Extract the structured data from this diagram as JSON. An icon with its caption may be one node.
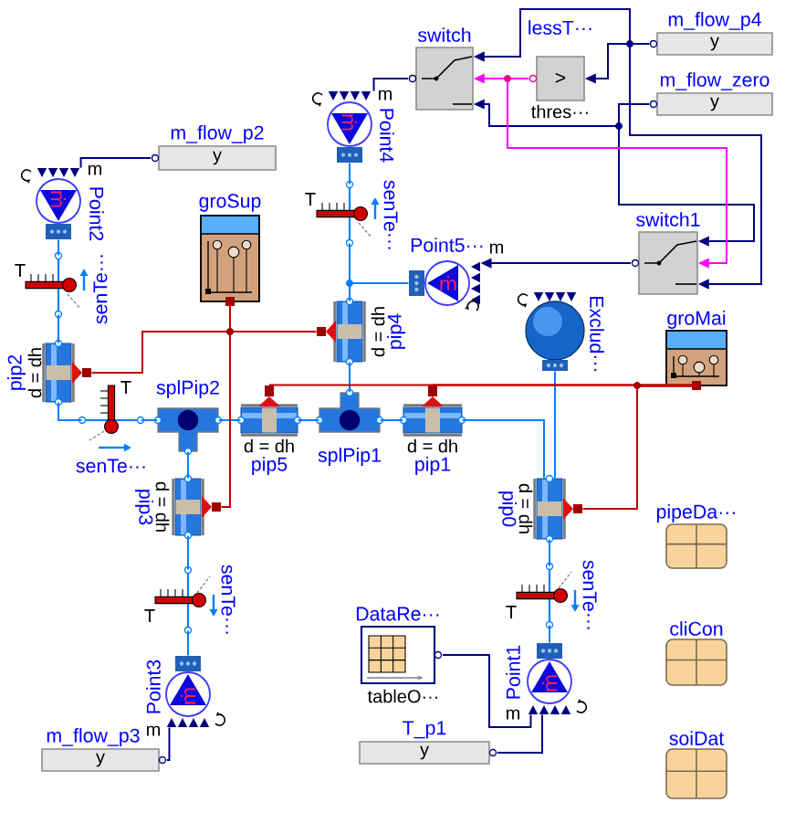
{
  "diagram": {
    "nodes": [
      {
        "text": [
          "m_flow_p4",
          "y"
        ]
      },
      {
        "text": [
          "switch"
        ]
      },
      {
        "text": [
          "lessT···",
          ">",
          "thres···"
        ]
      },
      {
        "text": [
          "m_flow_zero",
          "y"
        ]
      },
      {
        "text": [
          "Point4",
          "m",
          "ṁ"
        ]
      },
      {
        "text": [
          "m_flow_p2",
          "y"
        ]
      },
      {
        "text": [
          "Point2",
          "m",
          "ṁ"
        ]
      },
      {
        "text": [
          "groSup"
        ]
      },
      {
        "text": [
          "T",
          "senTe···"
        ]
      },
      {
        "text": [
          "switch1"
        ]
      },
      {
        "text": [
          "Point5···",
          "m",
          "ṁ"
        ]
      },
      {
        "text": [
          "T",
          "senTe···"
        ]
      },
      {
        "text": [
          "d = dh",
          "pip4"
        ]
      },
      {
        "text": [
          "Exclud···"
        ]
      },
      {
        "text": [
          "groMai"
        ]
      },
      {
        "text": [
          "pip2",
          "d = dh"
        ]
      },
      {
        "text": [
          "T",
          "senTe···"
        ]
      },
      {
        "text": [
          "splPip2"
        ]
      },
      {
        "text": [
          "d = dh",
          "pip5"
        ]
      },
      {
        "text": [
          "splPip1"
        ]
      },
      {
        "text": [
          "d = dh",
          "pip1"
        ]
      },
      {
        "text": [
          "pip3",
          "d = dh"
        ]
      },
      {
        "text": [
          "pip0",
          "d = dh"
        ]
      },
      {
        "text": [
          "pipeDa···"
        ]
      },
      {
        "text": [
          "T",
          "senTe···"
        ]
      },
      {
        "text": [
          "T",
          "senTe···"
        ]
      },
      {
        "text": [
          "DataRe···",
          "tableO···"
        ]
      },
      {
        "text": [
          "cliCon"
        ]
      },
      {
        "text": [
          "Point3",
          "m",
          "ṁ"
        ]
      },
      {
        "text": [
          "Point1",
          "m",
          "ṁ"
        ]
      },
      {
        "text": [
          "soiDat"
        ]
      },
      {
        "text": [
          "m_flow_p3",
          "y"
        ]
      },
      {
        "text": [
          "T_p1",
          "y"
        ]
      }
    ],
    "edges": [
      {
        "from": 6,
        "to": 11,
        "arrow": "none"
      },
      {
        "from": 11,
        "to": 15,
        "arrow": "none"
      },
      {
        "from": 15,
        "to": 16,
        "arrow": "none"
      },
      {
        "from": 16,
        "to": 17,
        "arrow": "none"
      },
      {
        "from": 17,
        "to": 18,
        "arrow": "none"
      },
      {
        "from": 18,
        "to": 19,
        "arrow": "none"
      },
      {
        "from": 19,
        "to": 20,
        "arrow": "none"
      },
      {
        "from": 20,
        "to": 22,
        "arrow": "none"
      },
      {
        "from": 13,
        "to": 22,
        "arrow": "none"
      },
      {
        "from": 22,
        "to": 25,
        "arrow": "none"
      },
      {
        "from": 25,
        "to": 29,
        "arrow": "none"
      },
      {
        "from": 17,
        "to": 21,
        "arrow": "none"
      },
      {
        "from": 21,
        "to": 24,
        "arrow": "none"
      },
      {
        "from": 24,
        "to": 28,
        "arrow": "none"
      },
      {
        "from": 19,
        "to": 12,
        "arrow": "none"
      },
      {
        "from": 12,
        "to": 8,
        "arrow": "none"
      },
      {
        "from": 8,
        "to": 4,
        "arrow": "none"
      },
      {
        "from": 10,
        "to": 12,
        "arrow": "none"
      },
      {
        "from": 7,
        "to": 15,
        "arrow": "none",
        "color": "#bf0000"
      },
      {
        "from": 7,
        "to": 12,
        "arrow": "none",
        "color": "#bf0000"
      },
      {
        "from": 7,
        "to": 21,
        "arrow": "none",
        "color": "#bf0000"
      },
      {
        "from": 14,
        "to": 18,
        "arrow": "none",
        "color": "#bf0000"
      },
      {
        "from": 14,
        "to": 20,
        "arrow": "none",
        "color": "#bf0000"
      },
      {
        "from": 14,
        "to": 22,
        "arrow": "none",
        "color": "#bf0000"
      },
      {
        "from": 5,
        "to": 6,
        "arrow": "none",
        "color": "#00007f"
      },
      {
        "from": 0,
        "to": 1,
        "arrow": "to",
        "color": "#00007f"
      },
      {
        "from": 0,
        "to": 2,
        "arrow": "to",
        "color": "#00007f"
      },
      {
        "from": 0,
        "to": 9,
        "arrow": "to",
        "color": "#00007f"
      },
      {
        "from": 3,
        "to": 1,
        "arrow": "to",
        "color": "#00007f"
      },
      {
        "from": 3,
        "to": 9,
        "arrow": "to",
        "color": "#00007f"
      },
      {
        "from": 2,
        "to": 1,
        "arrow": "to",
        "color": "#ff00ff"
      },
      {
        "from": 2,
        "to": 9,
        "arrow": "to",
        "color": "#ff00ff"
      },
      {
        "from": 1,
        "to": 4,
        "arrow": "none",
        "color": "#00007f"
      },
      {
        "from": 9,
        "to": 10,
        "arrow": "to",
        "color": "#00007f"
      },
      {
        "from": 31,
        "to": 28,
        "arrow": "none",
        "color": "#00007f"
      },
      {
        "from": 32,
        "to": 29,
        "arrow": "none",
        "color": "#00007f"
      },
      {
        "from": 26,
        "to": 29,
        "arrow": "none",
        "color": "#00007f"
      }
    ]
  }
}
